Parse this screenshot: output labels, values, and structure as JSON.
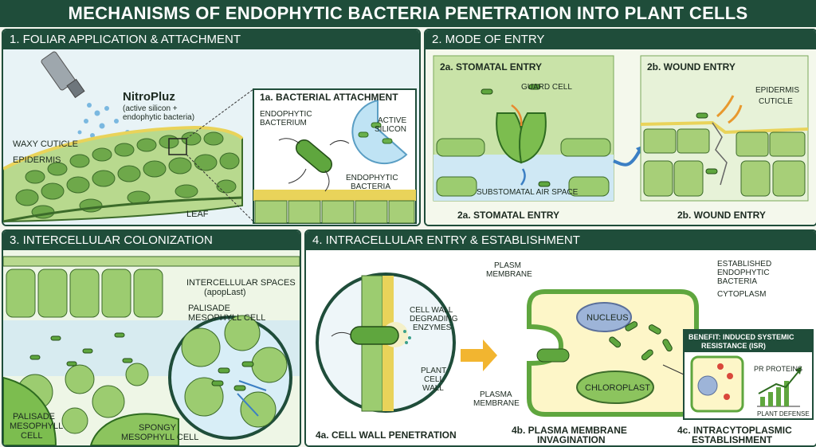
{
  "title": "MECHANISMS OF ENDOPHYTIC BACTERIA PENETRATION INTO PLANT CELLS",
  "panel1": {
    "header": "1. FOLIAR APPLICATION & ATTACHMENT",
    "product_name": "NitroPluz",
    "product_desc_line1": "(active silicon +",
    "product_desc_line2": "endophytic bacteria)",
    "label_waxy": "WAXY CUTICLE",
    "label_epidermis": "EPIDERMIS",
    "label_leaf": "LEAF",
    "inset_title": "1a. BACTERIAL ATTACHMENT",
    "inset_bacterium_line1": "ENDOPHYTIC",
    "inset_bacterium_line2": "BACTERIUM",
    "inset_silicon_line1": "ACTIVE",
    "inset_silicon_line2": "SILICON",
    "inset_bacteria_line1": "ENDOPHYTIC",
    "inset_bacteria_line2": "BACTERIA"
  },
  "panel2": {
    "header": "2. MODE OF ENTRY",
    "stomatal_title": "2a. STOMATAL ENTRY",
    "label_guard": "GUARD CELL",
    "label_substomatal": "SUBSTOMATAL AIR SPACE",
    "stomatal_caption": "2a. STOMATAL ENTRY",
    "wound_title": "2b. WOUND ENTRY",
    "label_epidermis": "EPIDERMIS",
    "label_cuticle": "CUTICLE",
    "wound_caption": "2b. WOUND ENTRY"
  },
  "panel3": {
    "header": "3. INTERCELLULAR COLONIZATION",
    "label_spaces_line1": "INTERCELLULAR SPACES",
    "label_spaces_line2": "(apopLast)",
    "label_palisade_line1": "PALISADE",
    "label_palisade_line2": "MESOPHYLL CELL",
    "label_palisade2_line1": "PALISADE",
    "label_palisade2_line2": "MESOPHYLL",
    "label_palisade2_line3": "CELL",
    "label_spongy_line1": "SPONGY",
    "label_spongy_line2": "MESOPHYLL CELL"
  },
  "panel4": {
    "header": "4. INTRACELLULAR ENTRY & ESTABLISHMENT",
    "label_enzymes_line1": "CELL WALL",
    "label_enzymes_line2": "DEGRADING",
    "label_enzymes_line3": "ENZYMES",
    "label_wall_line1": "PLANT",
    "label_wall_line2": "CELL",
    "label_wall_line3": "WALL",
    "label_plasm_line1": "PLASM",
    "label_plasm_line2": "MEMBRANE",
    "label_plasma_line1": "PLASMA",
    "label_plasma_line2": "MEMBRANE",
    "label_nucleus": "NUCLEUS",
    "label_chloroplast": "CHLOROPLAST",
    "label_established_line1": "ESTABLISHED",
    "label_established_line2": "ENDOPHYTIC",
    "label_established_line3": "BACTERIA",
    "label_cytoplasm": "CYTOPLASM",
    "benefit_line1": "BENEFIT: INDUCED SYSTEMIC",
    "benefit_line2": "RESISTANCE (ISR)",
    "label_pr": "PR PROTEINS",
    "label_defense": "PLANT DEFENSE",
    "caption_4a": "4a. CELL WALL PENETRATION",
    "caption_4b_line1": "4b. PLASMA MEMBRANE",
    "caption_4b_line2": "INVAGINATION",
    "caption_4c_line1": "4c. INTRACYTOPLASMIC",
    "caption_4c_line2": "ESTABLISHMENT"
  }
}
